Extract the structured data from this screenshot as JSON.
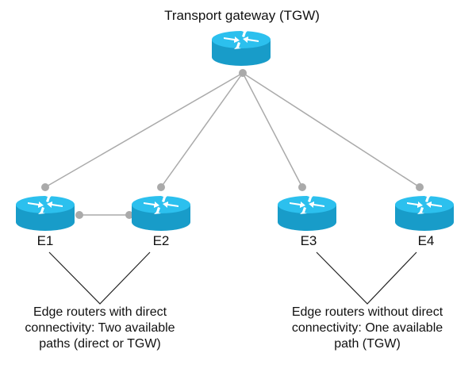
{
  "diagram": {
    "gateway": {
      "label": "Transport gateway (TGW)",
      "icon": "router-icon"
    },
    "edges": [
      {
        "id": "E1",
        "label": "E1",
        "icon": "router-icon"
      },
      {
        "id": "E2",
        "label": "E2",
        "icon": "router-icon"
      },
      {
        "id": "E3",
        "label": "E3",
        "icon": "router-icon"
      },
      {
        "id": "E4",
        "label": "E4",
        "icon": "router-icon"
      }
    ],
    "links": [
      {
        "from": "TGW",
        "to": "E1"
      },
      {
        "from": "TGW",
        "to": "E2"
      },
      {
        "from": "TGW",
        "to": "E3"
      },
      {
        "from": "TGW",
        "to": "E4"
      },
      {
        "from": "E1",
        "to": "E2"
      }
    ],
    "captions": [
      {
        "text_line1": "Edge routers with direct",
        "text_line2": "connectivity: Two available",
        "text_line3": "paths (direct or TGW)",
        "groups": [
          "E1",
          "E2"
        ]
      },
      {
        "text_line1": "Edge routers without direct",
        "text_line2": "connectivity: One available",
        "text_line3": "path (TGW)",
        "groups": [
          "E3",
          "E4"
        ]
      }
    ],
    "colors": {
      "router": "#1fb6e6",
      "router_dark": "#189cc9",
      "link": "#aaaaaa",
      "bracket": "#222222"
    }
  }
}
